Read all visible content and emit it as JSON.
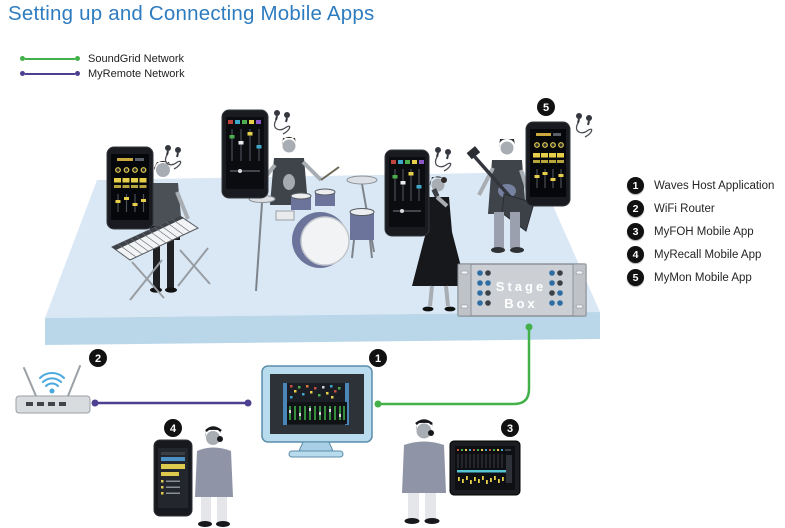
{
  "title": "Setting up and Connecting Mobile Apps",
  "network_legend": {
    "items": [
      {
        "label": "SoundGrid Network",
        "color": "#43b149"
      },
      {
        "label": "MyRemote Network",
        "color": "#4c4191"
      }
    ]
  },
  "key": {
    "items": [
      {
        "num": "1",
        "label": "Waves Host Application"
      },
      {
        "num": "2",
        "label": "WiFi Router"
      },
      {
        "num": "3",
        "label": "MyFOH Mobile App"
      },
      {
        "num": "4",
        "label": "MyRecall Mobile App"
      },
      {
        "num": "5",
        "label": "MyMon Mobile App"
      }
    ]
  },
  "scene": {
    "stage_box": {
      "line1": "Stage",
      "line2": "Box"
    },
    "callouts": {
      "host_app": "1",
      "wifi_router": "2",
      "myfoh": "3",
      "myrecall": "4",
      "mymon": "5"
    }
  },
  "colors": {
    "title_blue": "#2e7cc0",
    "soundgrid_green": "#43b149",
    "myremote_purple": "#4c4191",
    "stage_top": "#dae8f5",
    "stage_front": "#bad7ea",
    "badge_black": "#111111",
    "stagebox_gray": "#ccd0d5",
    "stagebox_dot_blue": "#2e6da3",
    "monitor_frame_blue": "#b9dbee",
    "wifi_blue": "#4aa8e0",
    "app_accent_yellow": "#e7cf4a",
    "meter_green": "#3fae49",
    "fader_blue": "#56c3d6"
  }
}
